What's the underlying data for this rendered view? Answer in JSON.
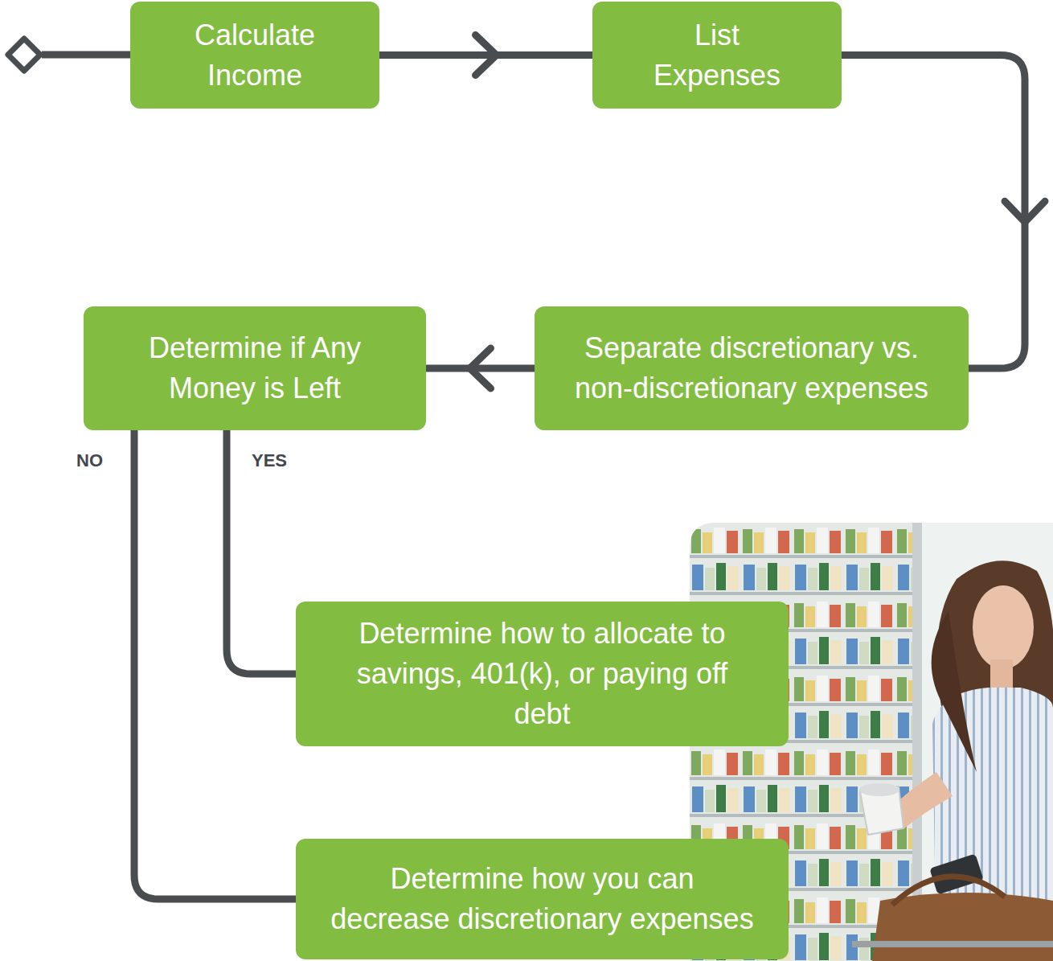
{
  "diagram": {
    "nodes": [
      {
        "text": [
          "Calculate Income"
        ]
      },
      {
        "text": [
          "List Expenses"
        ]
      },
      {
        "text": [
          "Separate discretionary vs. non-discretionary expenses"
        ]
      },
      {
        "text": [
          "Determine if Any Money is Left"
        ]
      },
      {
        "text": [
          "Determine how to allocate to savings, 401(k), or paying off debt"
        ]
      },
      {
        "text": [
          "Determine how you can decrease discretionary expenses"
        ]
      }
    ],
    "edges": [
      {
        "from": 0,
        "to": 1,
        "arrow": "to"
      },
      {
        "from": 1,
        "to": 2,
        "arrow": "to"
      },
      {
        "from": 2,
        "to": 3,
        "arrow": "to"
      },
      {
        "from": 3,
        "to": 4,
        "label": "YES",
        "arrow": "none"
      },
      {
        "from": 3,
        "to": 5,
        "label": "NO",
        "arrow": "none"
      }
    ]
  }
}
